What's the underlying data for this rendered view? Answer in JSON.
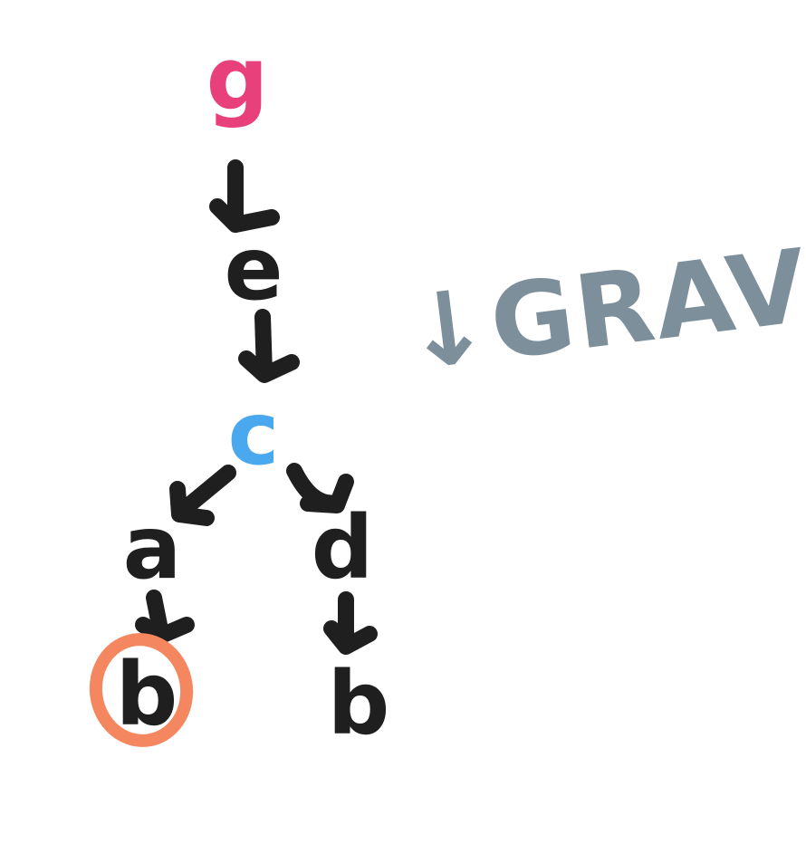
{
  "colors": {
    "ink": "#1f1f1f",
    "root": "#e8407a",
    "middle": "#4aa8ee",
    "target_ring": "#f4875f",
    "note": "#7d8f9b"
  },
  "nodes": {
    "g": "g",
    "e": "e",
    "c": "c",
    "a": "a",
    "b_left": "b",
    "d": "d",
    "b_right": "b"
  },
  "note": {
    "text": "↓GRAVITY"
  }
}
